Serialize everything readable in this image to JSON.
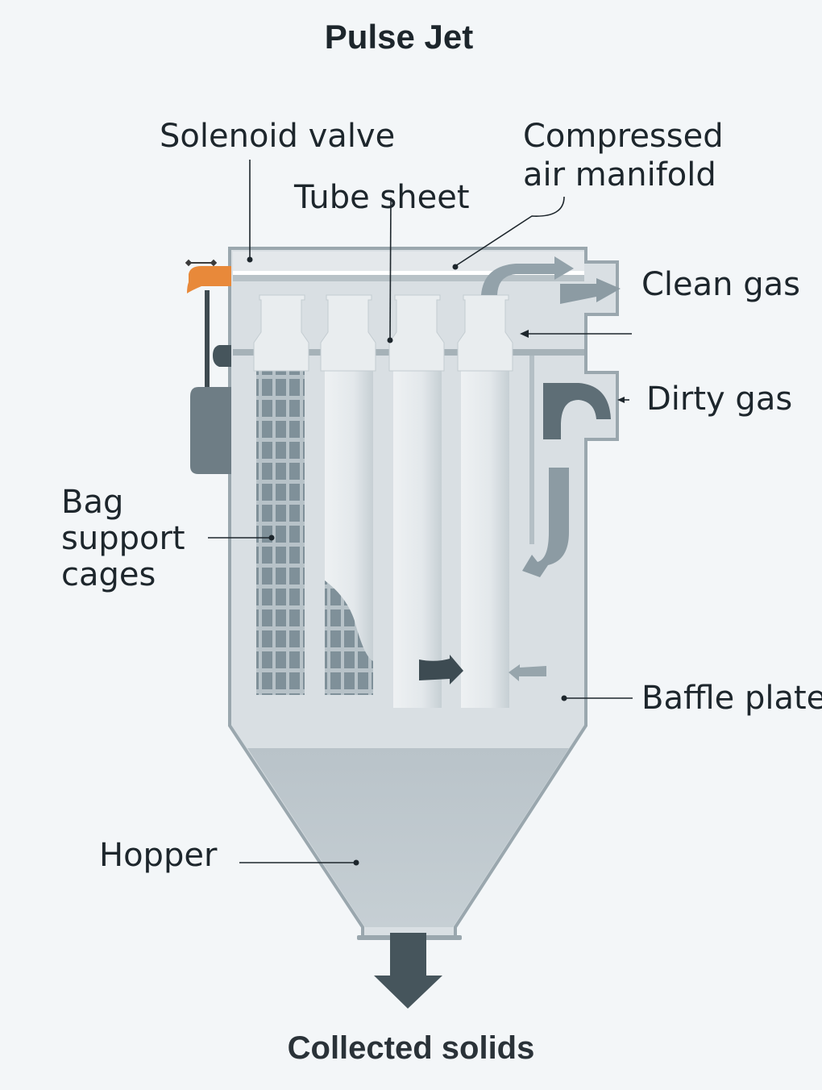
{
  "title": "Pulse Jet",
  "labels": {
    "solenoid_valve": "Solenoid valve",
    "compressed_air_manifold_line1": "Compressed",
    "compressed_air_manifold_line2": "air manifold",
    "tube_sheet": "Tube sheet",
    "clean_gas": "Clean gas",
    "dirty_gas": "Dirty gas",
    "bag_support_cages_line1": "Bag",
    "bag_support_cages_line2": "support",
    "bag_support_cages_line3": "cages",
    "baffle_plate": "Baffle plate",
    "hopper": "Hopper",
    "collected_solids": "Collected solids"
  },
  "colors": {
    "background": "#f3f6f8",
    "housing_fill": "#d9dfe3",
    "housing_stroke": "#9aa7ae",
    "bag_fill": "#e6eaed",
    "cage_fill": "#7d8e97",
    "hopper_fill": "#bcc6cc",
    "valve": "#e8893a",
    "dark_arrow": "#46555c",
    "light_arrow": "#8c9ba3"
  }
}
